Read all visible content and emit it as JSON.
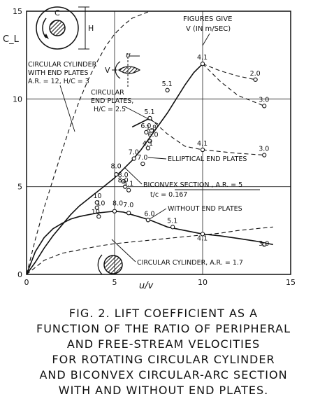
{
  "chart_data": {
    "type": "line",
    "xlabel": "u/v",
    "ylabel": "C_L",
    "xlim": [
      0,
      15
    ],
    "ylim": [
      0,
      15
    ],
    "x_ticks": [
      "0",
      "5",
      "10",
      "15"
    ],
    "y_ticks": [
      "0",
      "5",
      "10",
      "15"
    ],
    "grid": true,
    "annotations": {
      "figures_note_line1": "FIGURES GIVE",
      "figures_note_line2": "V (IN m/SEC)",
      "dim_c": "C",
      "dim_h": "H",
      "dim_u": "u",
      "dim_v": "V",
      "label_circ_end_plates": [
        "CIRCULAR CYLINDER",
        "WITH END PLATES",
        "A.R. = 12,  H/C = 3"
      ],
      "label_circular_end_plates": [
        "CIRCULAR",
        "END PLATES,",
        "H/C = 2.5"
      ],
      "label_elliptical": "ELLIPTICAL END PLATES",
      "label_biconvex": [
        "BICONVEX SECTION , A.R. = 5",
        "t/c = 0.167"
      ],
      "label_without": "WITHOUT END PLATES",
      "label_circ_cyl": "CIRCULAR CYLINDER, A.R. = 1.7"
    },
    "series": [
      {
        "style": "dashed",
        "x": [
          0,
          0.5,
          1,
          1.5,
          2,
          2.5,
          3,
          3.5,
          4,
          4.5,
          5,
          5.5,
          6,
          6.5,
          7
        ],
        "y": [
          0,
          2,
          3.8,
          5.4,
          7,
          8.5,
          9.9,
          11.1,
          12.1,
          13,
          13.7,
          14.2,
          14.6,
          14.8,
          15
        ]
      },
      {
        "style": "dashed",
        "x": [
          0,
          1,
          2,
          3,
          4,
          5,
          6,
          7,
          8,
          9,
          10,
          11,
          12,
          13,
          14
        ],
        "y": [
          0,
          0.8,
          1.2,
          1.4,
          1.6,
          1.75,
          1.85,
          1.95,
          2.05,
          2.15,
          2.25,
          2.35,
          2.5,
          2.6,
          2.7
        ]
      },
      {
        "style": "solid",
        "x": [
          0,
          0.5,
          1,
          1.5,
          2,
          2.5,
          3,
          3.5,
          4,
          4.5,
          5,
          5.5,
          6,
          6.5,
          7,
          7.5,
          8,
          8.5,
          9,
          9.5,
          10
        ],
        "y": [
          0,
          0.7,
          1.5,
          2.2,
          2.8,
          3.4,
          3.9,
          4.3,
          4.7,
          5.1,
          5.5,
          6.0,
          6.5,
          7.1,
          7.8,
          8.5,
          9.2,
          10,
          10.8,
          11.5,
          12
        ]
      },
      {
        "style": "solid",
        "x": [
          0,
          0.5,
          1,
          1.5,
          2,
          2.5,
          3,
          3.5,
          4,
          4.5,
          5,
          5.5,
          6,
          6.5,
          7,
          7.5,
          8,
          8.5,
          9,
          9.5,
          10,
          11,
          12,
          13,
          14
        ],
        "y": [
          0,
          1.3,
          2.1,
          2.6,
          2.9,
          3.15,
          3.3,
          3.4,
          3.5,
          3.55,
          3.6,
          3.55,
          3.4,
          3.25,
          3.1,
          2.9,
          2.7,
          2.6,
          2.5,
          2.4,
          2.3,
          2.2,
          2.05,
          1.9,
          1.7
        ]
      },
      {
        "style": "solid",
        "x": [
          6,
          7
        ],
        "y": [
          8.4,
          8.9
        ]
      },
      {
        "style": "dashed",
        "x": [
          10,
          11,
          12,
          13
        ],
        "y": [
          12,
          11.6,
          11.3,
          11.1
        ]
      },
      {
        "style": "dashed",
        "x": [
          10,
          11,
          12,
          13.5
        ],
        "y": [
          12,
          11,
          10.2,
          9.6
        ]
      },
      {
        "style": "dashed",
        "x": [
          7,
          8,
          9,
          10,
          11,
          12,
          13.5
        ],
        "y": [
          8.9,
          8,
          7.3,
          7.1,
          7,
          6.9,
          6.8
        ]
      }
    ],
    "point_labels": [
      {
        "x": 10,
        "y": 12,
        "label": "4.1"
      },
      {
        "x": 13,
        "y": 11.1,
        "label": "2.0"
      },
      {
        "x": 13.5,
        "y": 9.6,
        "label": "3.0"
      },
      {
        "x": 8,
        "y": 10.5,
        "label": "5.1"
      },
      {
        "x": 7,
        "y": 8.9,
        "label": "5.1"
      },
      {
        "x": 10,
        "y": 7.1,
        "label": "4.1"
      },
      {
        "x": 13.5,
        "y": 6.8,
        "label": "3.0"
      },
      {
        "x": 6.8,
        "y": 8.1,
        "label": "6.0"
      },
      {
        "x": 7.1,
        "y": 8.0,
        "label": "1.8"
      },
      {
        "x": 7.2,
        "y": 7.6,
        "label": "6.0"
      },
      {
        "x": 6.9,
        "y": 7.1,
        "label": "4.1"
      },
      {
        "x": 6.1,
        "y": 6.6,
        "label": "7.0"
      },
      {
        "x": 6.6,
        "y": 6.3,
        "label": "7.0"
      },
      {
        "x": 5.1,
        "y": 5.8,
        "label": "8.0"
      },
      {
        "x": 5.5,
        "y": 5.3,
        "label": "8.0"
      },
      {
        "x": 5.5,
        "y": 5.0,
        "label": "8.0"
      },
      {
        "x": 5.8,
        "y": 4.8,
        "label": "5.1"
      },
      {
        "x": 4.1,
        "y": 4.1,
        "label": "10"
      },
      {
        "x": 4.3,
        "y": 3.7,
        "label": "10"
      },
      {
        "x": 4.0,
        "y": 3.2,
        "label": "10"
      },
      {
        "x": 5.2,
        "y": 3.7,
        "label": "8.0"
      },
      {
        "x": 5.8,
        "y": 3.6,
        "label": "7.0"
      },
      {
        "x": 7.0,
        "y": 3.1,
        "label": "6.0"
      },
      {
        "x": 8.3,
        "y": 2.7,
        "label": "5.1"
      },
      {
        "x": 10,
        "y": 1.7,
        "label": "4.1"
      },
      {
        "x": 13.5,
        "y": 1.4,
        "label": "3.0"
      }
    ],
    "markers": [
      [
        10,
        12
      ],
      [
        13,
        11.1
      ],
      [
        13.5,
        9.6
      ],
      [
        8,
        10.5
      ],
      [
        7,
        8.9
      ],
      [
        10,
        7.1
      ],
      [
        13.5,
        6.8
      ],
      [
        6.8,
        8.1
      ],
      [
        7.1,
        8.2
      ],
      [
        7.0,
        7.6
      ],
      [
        6.9,
        7.2
      ],
      [
        6.1,
        6.6
      ],
      [
        6.6,
        6.3
      ],
      [
        5.1,
        5.7
      ],
      [
        5.5,
        5.3
      ],
      [
        5.6,
        5.0
      ],
      [
        5.8,
        4.8
      ],
      [
        4.0,
        4.1
      ],
      [
        4.0,
        3.8
      ],
      [
        4.1,
        3.3
      ],
      [
        5.0,
        3.6
      ],
      [
        5.8,
        3.5
      ],
      [
        6.9,
        3.1
      ],
      [
        8.3,
        2.7
      ],
      [
        10,
        2.3
      ],
      [
        13.5,
        1.7
      ]
    ]
  },
  "caption": [
    "FIG. 2. LIFT COEFFICIENT AS A",
    "FUNCTION OF THE RATIO OF PERIPHERAL",
    "AND FREE-STREAM VELOCITIES",
    "FOR ROTATING CIRCULAR CYLINDER",
    "AND BICONVEX CIRCULAR-ARC SECTION",
    "WITH AND WITHOUT END PLATES."
  ]
}
